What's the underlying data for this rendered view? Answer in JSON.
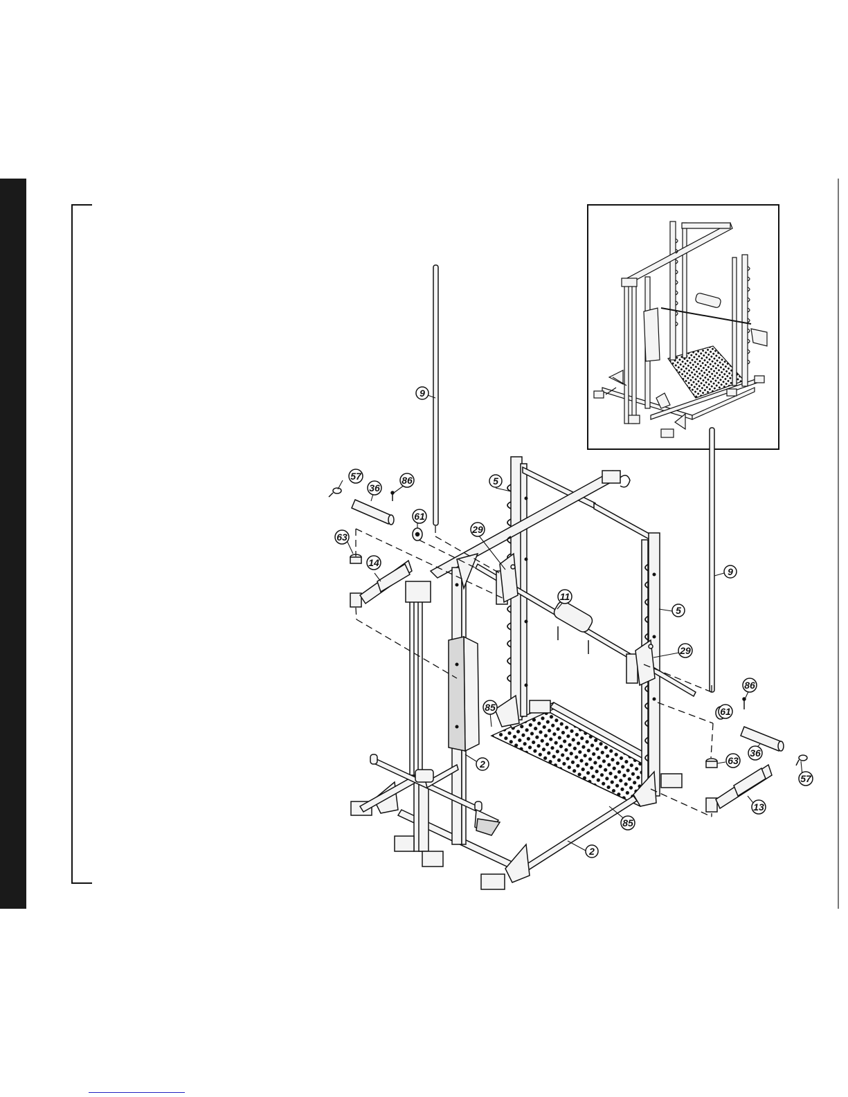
{
  "callouts": [
    {
      "id": "c9a",
      "label": "9"
    },
    {
      "id": "c9b",
      "label": "9"
    },
    {
      "id": "c57a",
      "label": "57"
    },
    {
      "id": "c57b",
      "label": "57"
    },
    {
      "id": "c36a",
      "label": "36"
    },
    {
      "id": "c36b",
      "label": "36"
    },
    {
      "id": "c86a",
      "label": "86"
    },
    {
      "id": "c86b",
      "label": "86"
    },
    {
      "id": "c61a",
      "label": "61"
    },
    {
      "id": "c61b",
      "label": "61"
    },
    {
      "id": "c63a",
      "label": "63"
    },
    {
      "id": "c63b",
      "label": "63"
    },
    {
      "id": "c14",
      "label": "14"
    },
    {
      "id": "c13",
      "label": "13"
    },
    {
      "id": "c5a",
      "label": "5"
    },
    {
      "id": "c5b",
      "label": "5"
    },
    {
      "id": "c29a",
      "label": "29"
    },
    {
      "id": "c29b",
      "label": "29"
    },
    {
      "id": "c11",
      "label": "11"
    },
    {
      "id": "c85a",
      "label": "85"
    },
    {
      "id": "c85b",
      "label": "85"
    },
    {
      "id": "c2a",
      "label": "2"
    },
    {
      "id": "c2b",
      "label": "2"
    }
  ],
  "colors": {
    "ink": "#111111",
    "panel": "#1a1a1a",
    "metal": "#f4f4f4",
    "shade": "#bdbdbd"
  }
}
